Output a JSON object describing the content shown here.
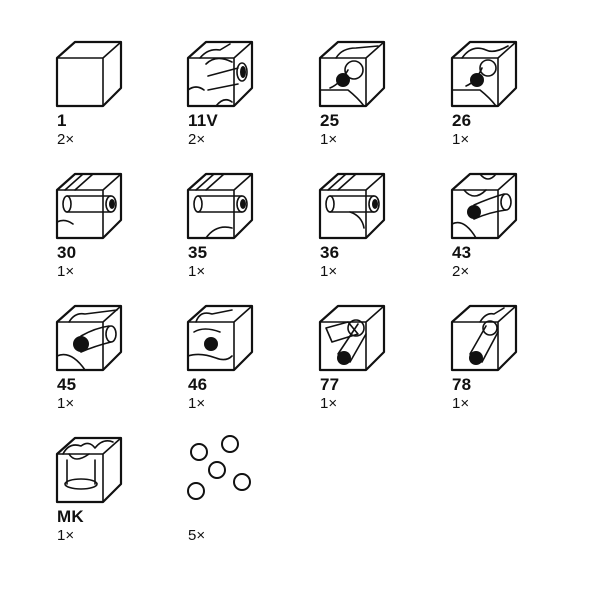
{
  "items": [
    {
      "code": "1",
      "qty": "2×",
      "icon": "plain-cube-icon"
    },
    {
      "code": "11V",
      "qty": "2×",
      "icon": "tunnel-cube-icon"
    },
    {
      "code": "25",
      "qty": "1×",
      "icon": "curve-drop-cube-icon"
    },
    {
      "code": "26",
      "qty": "1×",
      "icon": "curve-drop-cube-icon"
    },
    {
      "code": "30",
      "qty": "1×",
      "icon": "straight-tunnel-cube-icon"
    },
    {
      "code": "35",
      "qty": "1×",
      "icon": "straight-tunnel-cube-icon"
    },
    {
      "code": "36",
      "qty": "1×",
      "icon": "straight-tunnel-cube-icon"
    },
    {
      "code": "43",
      "qty": "2×",
      "icon": "curve-cube-icon"
    },
    {
      "code": "45",
      "qty": "1×",
      "icon": "curve-cube-icon"
    },
    {
      "code": "46",
      "qty": "1×",
      "icon": "curve-cube-icon"
    },
    {
      "code": "77",
      "qty": "1×",
      "icon": "diagonal-drop-cube-icon"
    },
    {
      "code": "78",
      "qty": "1×",
      "icon": "diagonal-drop-cube-icon"
    },
    {
      "code": "MK",
      "qty": "1×",
      "icon": "funnel-cube-icon"
    },
    {
      "code": "",
      "qty": "5×",
      "icon": "marbles-icon"
    }
  ]
}
